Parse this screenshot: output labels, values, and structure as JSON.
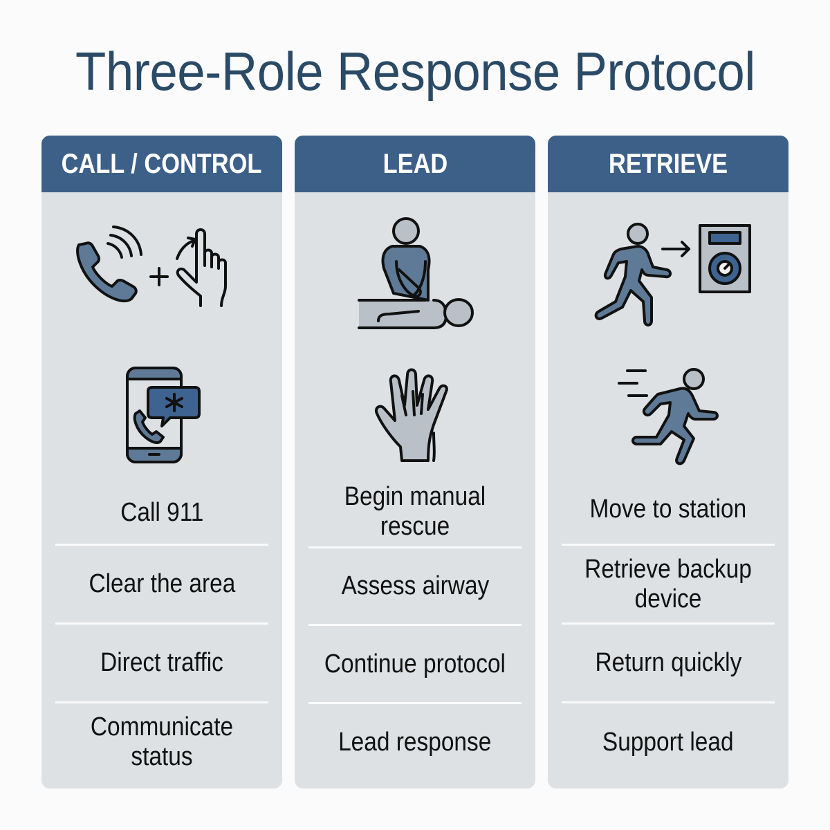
{
  "title": "Three-Role Response Protocol",
  "colors": {
    "title": "#2a4a66",
    "header_bg": "#3d6089",
    "card_bg": "#dde1e4",
    "icon_fill_dark": "#5e7a96",
    "icon_fill_light": "#b9c0c8",
    "icon_stroke": "#111111"
  },
  "columns": [
    {
      "header": "CALL / CONTROL",
      "icons": [
        "phone-ringing-icon",
        "plus-icon",
        "hand-gesture-icon",
        "smartphone-emergency-call-icon"
      ],
      "items": [
        "Call 911",
        "Clear the area",
        "Direct traffic",
        "Communicate status"
      ]
    },
    {
      "header": "LEAD",
      "icons": [
        "cpr-compressions-icon",
        "hands-cpr-icon"
      ],
      "items": [
        "Begin manual rescue",
        "Assess airway",
        "Continue protocol",
        "Lead response"
      ]
    },
    {
      "header": "RETRIEVE",
      "icons": [
        "person-to-device-icon",
        "running-person-icon"
      ],
      "items": [
        "Move to station",
        "Retrieve backup device",
        "Return quickly",
        "Support lead"
      ]
    }
  ]
}
